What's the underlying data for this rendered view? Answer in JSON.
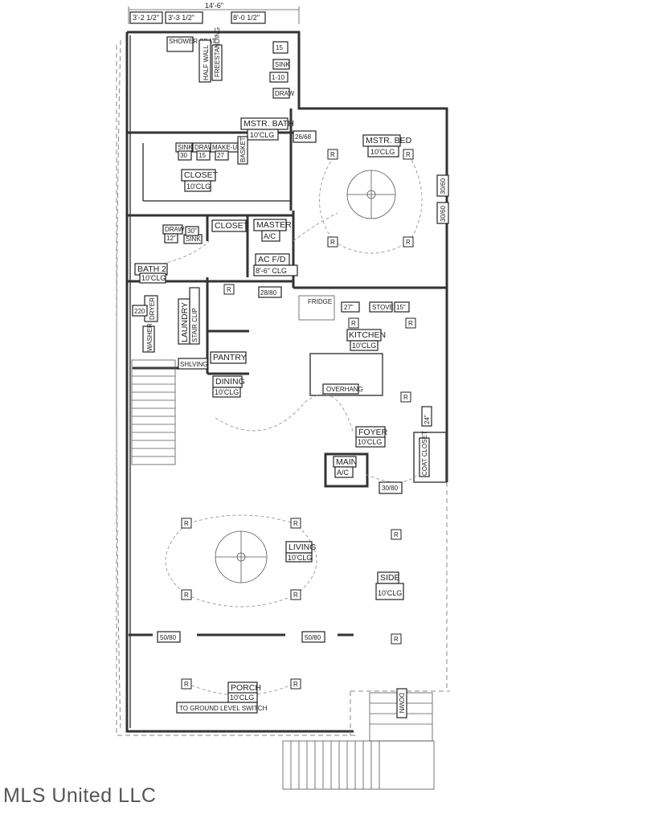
{
  "dimensions": {
    "overall": "14'-6\"",
    "segments": [
      "3'-2 1/2\"",
      "3'-3 1/2\"",
      "8'-0 1/2\""
    ]
  },
  "rooms": {
    "mstr_bath": {
      "name": "MSTR. BATH",
      "ceiling": "10'CLG"
    },
    "mstr_bed": {
      "name": "MSTR. BED",
      "ceiling": "10'CLG"
    },
    "closet_main": {
      "name": "CLOSET",
      "ceiling": "10'CLG"
    },
    "closet_small": {
      "name": "CLOSET"
    },
    "master_ac": {
      "name": "MASTER",
      "sub": "A/C"
    },
    "ac_fd": {
      "name": "AC F/D",
      "ceiling": "8'-6\" CLG"
    },
    "bath2": {
      "name": "BATH 2",
      "ceiling": "10'CLG"
    },
    "laundry": {
      "name": "LAUNDRY"
    },
    "pantry": {
      "name": "PANTRY"
    },
    "kitchen": {
      "name": "KITCHEN",
      "ceiling": "10'CLG"
    },
    "dining": {
      "name": "DINING",
      "ceiling": "10'CLG"
    },
    "foyer": {
      "name": "FOYER",
      "ceiling": "10'CLG"
    },
    "main_ac": {
      "name": "MAIN",
      "sub": "A/C"
    },
    "coat_closet": {
      "name": "COAT CLOSET"
    },
    "living": {
      "name": "LIVING",
      "ceiling": "10'CLG"
    },
    "side": {
      "name": "SIDE",
      "ceiling": "10'CLG"
    },
    "porch": {
      "name": "PORCH",
      "ceiling": "10'CLG"
    }
  },
  "fixtures": {
    "shower_seat": "SHOWER SEAT",
    "half_wall": "HALF WALL",
    "sink": "SINK",
    "draw": "DRAW",
    "make_up": "MAKE-UP",
    "basket": "BASKET",
    "fridge": "FRIDGE",
    "stove": "STOVE",
    "overhang": "OVERHANG",
    "dryer": "DRYER",
    "washer": "WASHER",
    "shlving": "SHLVING",
    "stair_clip": "STAIR CLIP",
    "to_ground": "TO GROUND LEVEL SWITCH",
    "down": "DOWN",
    "freestanding": "FREESTANDING"
  },
  "sizes": {
    "n15": "15",
    "n30": "30",
    "n15b": "15",
    "n27": "27",
    "n26_68": "26/68",
    "n30_60a": "30/60",
    "n30_60b": "30/60",
    "n28_80": "28/80",
    "n27b": "27\"",
    "n15c": "15\"",
    "n30_80": "30/80",
    "n50_80a": "50/80",
    "n50_80b": "50/80",
    "n220": "220",
    "n12": "12\"",
    "n30b": "30\"",
    "n1_10": "1-10",
    "n24": "24\""
  },
  "receptacle": "R",
  "watermark": "MLS United LLC"
}
